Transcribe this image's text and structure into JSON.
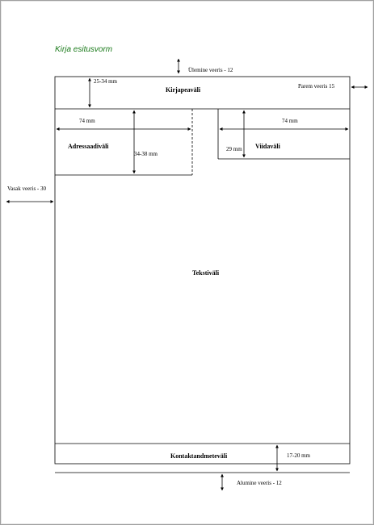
{
  "title": "Kirja esitusvorm",
  "margins": {
    "top": "Ülemine veeris - 12",
    "right": "Parem veeris 15",
    "left": "Vasak veeris - 30",
    "bottom": "Alumine veeris - 12"
  },
  "fields": {
    "header": "Kirjapeaväli",
    "address": "Adressaadiväli",
    "reference": "Viidaväli",
    "text": "Tekstiväli",
    "contact": "Kontaktandmeteväli"
  },
  "dimensions": {
    "header_height": "25-34 mm",
    "address_width": "74 mm",
    "address_height": "34-38 mm",
    "reference_width": "74 mm",
    "reference_height": "29 mm",
    "contact_height": "17-20 mm"
  }
}
